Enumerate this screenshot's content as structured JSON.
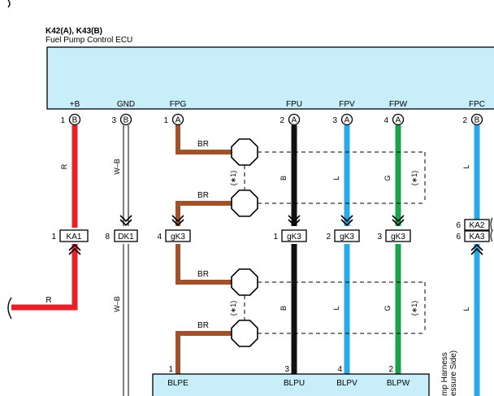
{
  "diagram": {
    "title": "K42(A), K43(B)",
    "subtitle": "Fuel Pump Control ECU",
    "colors": {
      "ecu_fill": "#c8eefa",
      "red": "#e8202a",
      "brown": "#a0522d",
      "black": "#111111",
      "blue": "#2aa8e8",
      "green": "#1aa34a",
      "white_black": "#ffffff"
    },
    "ecu_pins": [
      {
        "label": "+B",
        "num": "1",
        "conn": "B"
      },
      {
        "label": "GND",
        "num": "3",
        "conn": "B"
      },
      {
        "label": "FPG",
        "num": "1",
        "conn": "A"
      },
      {
        "label": "FPU",
        "num": "2",
        "conn": "A"
      },
      {
        "label": "FPV",
        "num": "3",
        "conn": "A"
      },
      {
        "label": "FPW",
        "num": "4",
        "conn": "A"
      },
      {
        "label": "FPC",
        "num": "2",
        "conn": "B"
      }
    ],
    "wire_labels": {
      "r": "R",
      "wb": "W–B",
      "br": "BR",
      "b": "B",
      "l": "L",
      "g": "G",
      "note": "(∗1)"
    },
    "connectors": [
      {
        "num": "1",
        "id": "KA1"
      },
      {
        "num": "8",
        "id": "DK1"
      },
      {
        "num": "4",
        "id": "gK3"
      },
      {
        "num": "1",
        "id": "gK3"
      },
      {
        "num": "2",
        "id": "gK3"
      },
      {
        "num": "3",
        "id": "gK3"
      },
      {
        "num": "6",
        "id": "KA2"
      },
      {
        "num": "6",
        "id": "KA3"
      }
    ],
    "bottom_pins": [
      {
        "num": "1",
        "label": "BLPE"
      },
      {
        "num": "3",
        "label": "BLPU"
      },
      {
        "num": "4",
        "label": "BLPV"
      },
      {
        "num": "2",
        "label": "BLPW"
      }
    ],
    "harness_label_line1": "mp Harness",
    "harness_label_line2": "essure Side)"
  }
}
